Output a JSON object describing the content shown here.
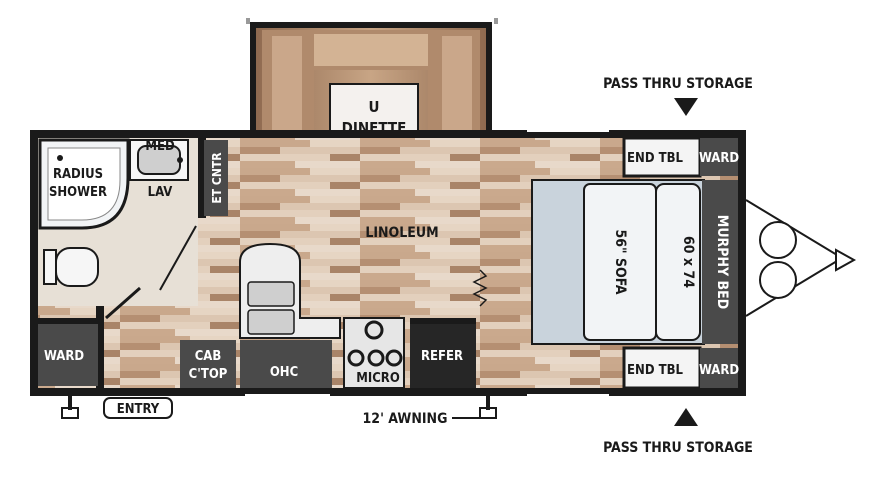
{
  "labels": {
    "u_dinette_line1": "U",
    "u_dinette_line2": "DINETTE",
    "pass_thru_top": "PASS THRU STORAGE",
    "pass_thru_bottom": "PASS THRU STORAGE",
    "med": "MED",
    "radius_shower_line1": "RADIUS",
    "radius_shower_line2": "SHOWER",
    "lav": "LAV",
    "et_cntr": "ET CNTR",
    "linoleum": "LINOLEUM",
    "end_tbl_top": "END TBL",
    "ward_top_right": "WARD",
    "sofa": "56\" SOFA",
    "bed_size": "60 x 74",
    "murphy_bed": "MURPHY BED",
    "ward_left": "WARD",
    "cab_ctop_line1": "CAB",
    "cab_ctop_line2": "C'TOP",
    "ohc": "OHC",
    "micro": "MICRO",
    "refer": "REFER",
    "end_tbl_bottom": "END TBL",
    "ward_bottom_right": "WARD",
    "entry": "ENTRY",
    "awning": "12' AWNING"
  },
  "colors": {
    "wall": "#1a1a1a",
    "wood_light": "#d9c3ad",
    "wood_mid": "#b58f72",
    "wood_dark": "#8a6650",
    "cabinet_gray": "#4a4a4a",
    "sofa_bg": "#c9d3dc",
    "cushion": "#f2f4f6",
    "dinette_wood": "#9c7458"
  },
  "icons": [
    "arrow-down-icon",
    "arrow-up-icon",
    "hitch-wheel-icon",
    "sink-icon",
    "burner-icon",
    "toilet-icon"
  ]
}
